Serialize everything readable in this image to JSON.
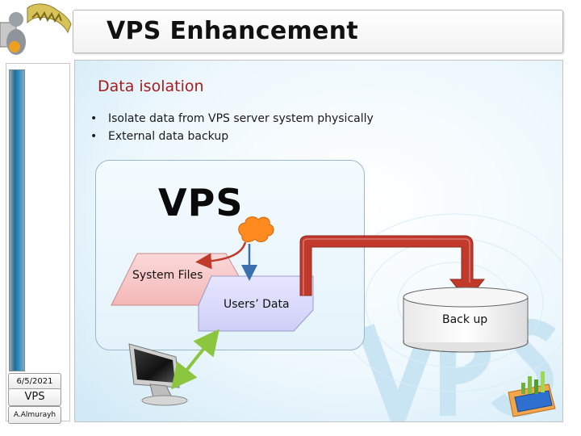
{
  "slide": {
    "title": "VPS Enhancement",
    "section_heading": "Data isolation",
    "bullets": [
      "Isolate data from VPS server system physically",
      "External data backup"
    ]
  },
  "diagram": {
    "container_label": "VPS",
    "system_files_label": "System Files",
    "users_data_label": "Users’ Data",
    "backup_label": "Back up"
  },
  "footer": {
    "date": "6/5/2021",
    "course": "VPS",
    "author": "A.Almurayh"
  },
  "colors": {
    "heading": "#a51d1d",
    "system_files_fill": "#f8c8c8",
    "users_data_fill": "#d9d9ff",
    "backup_arrow": "#c0392b",
    "cloud": "#ff8a1f",
    "link_arrow": "#8cc63f"
  },
  "icons": {
    "logo": "thinking-figure-logo",
    "cloud": "cloud-icon",
    "monitor": "monitor-icon",
    "badge": "growth-chart-icon"
  }
}
